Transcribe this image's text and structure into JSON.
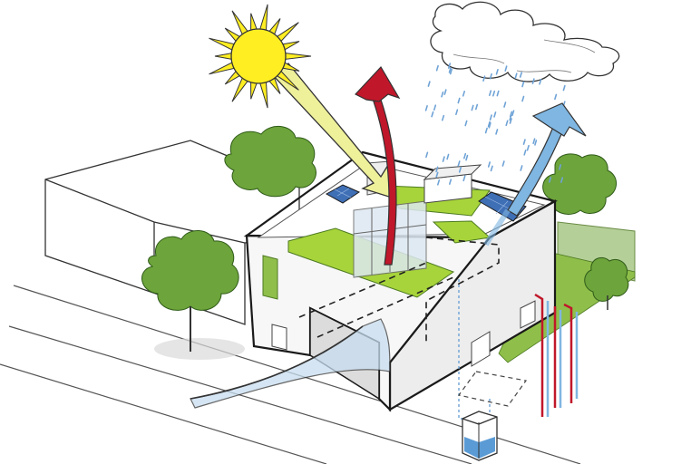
{
  "diagram": {
    "kind": "sustainable-house-illustration",
    "elements": [
      "sun",
      "sun-ray-arrow",
      "rain-cloud",
      "rain",
      "hot-air-exhaust-arrow",
      "ventilation-exhaust-arrow",
      "house",
      "neighbouring-building",
      "solar-panels",
      "green-roof",
      "skylight",
      "rooftop-planter",
      "trees",
      "hedge",
      "cool-air-intake",
      "ground-heat-exchanger",
      "rainwater-tank"
    ]
  },
  "colors": {
    "sun": "#ffee22",
    "sun_ray": "#eef09a",
    "heat_arrow": "#c0172a",
    "air_arrow": "#7fb6e2",
    "air_flow": "#c7ddef",
    "rain": "#6fa3d6",
    "roof_green": "#a7d43a",
    "tree_green": "#6da43b",
    "panel_blue": "#3f6fb5",
    "ground_pipe_hot": "#c0172a",
    "ground_pipe_cold": "#7fb6e2",
    "water": "#5b9bd5",
    "outline": "#1a1a1a",
    "wall": "#f4f4f4"
  }
}
